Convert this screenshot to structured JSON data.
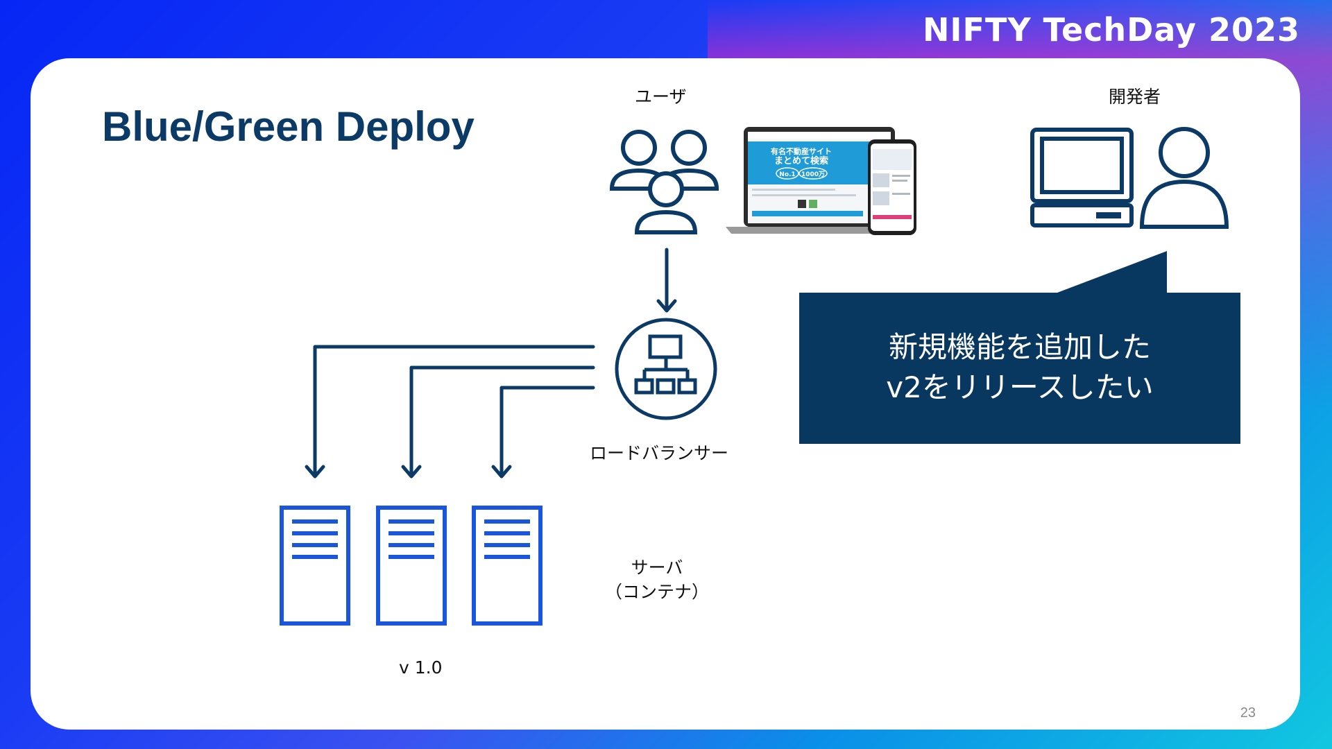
{
  "brand": "NIFTY TechDay 2023",
  "slide": {
    "title": "Blue/Green Deploy",
    "page_number": "23"
  },
  "diagram": {
    "user_label": "ユーザ",
    "developer_label": "開発者",
    "load_balancer_label": "ロードバランサー",
    "server_label_line1": "サーバ",
    "server_label_line2": "（コンテナ）",
    "version_label": "v 1.0",
    "callout_line1": "新規機能を追加した",
    "callout_line2": "v2をリリースしたい"
  },
  "screenshot_preview": {
    "headline_1": "有名不動産サイト",
    "headline_2": "まとめて検索",
    "badge_1": "No.1",
    "badge_2": "1000万"
  },
  "colors": {
    "navy": "#0b3a66",
    "server_blue": "#1a56db",
    "callout_bg": "#08385f",
    "preview_blue": "#1f9bd7"
  },
  "icons": {
    "users": "users-group-icon",
    "developer_computer": "desktop-computer-icon",
    "developer_person": "person-icon",
    "load_balancer": "load-balancer-icon",
    "servers": "server-icon"
  }
}
